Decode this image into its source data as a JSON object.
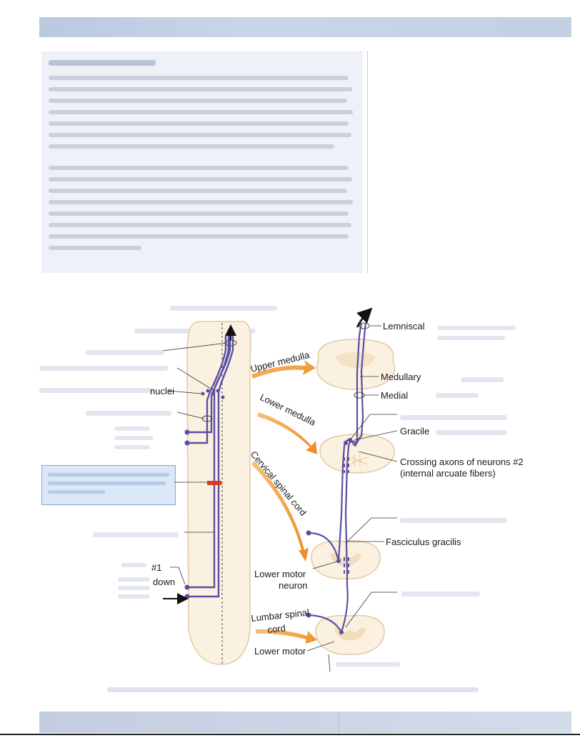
{
  "labels": {
    "lemniscal": "Lemniscal",
    "upper_medulla": "Upper medulla",
    "medullary": "Medullary",
    "medial": "Medial",
    "lower_medulla": "Lower medulla",
    "gracile": "Gracile",
    "crossing_line1": "Crossing axons of neurons #2",
    "crossing_line2": "(internal arcuate fibers)",
    "cervical_spinal_cord": "Cervical spinal cord",
    "fasciculus_gracilis": "Fasciculus gracilis",
    "lower_motor_neuron_1": "Lower motor",
    "lower_motor_neuron_2": "neuron",
    "lumbar_spinal_1": "Lumbar spinal",
    "lumbar_spinal_2": "cord",
    "lower_motor": "Lower motor",
    "nuclei": "nuclei",
    "neuron1": "#1",
    "down": "down"
  },
  "colors": {
    "tract": "#5a4fa3",
    "orange_arrow": "#f0952e",
    "lesion": "#d63a2a",
    "cord_fill": "#fbf1e1",
    "cord_stroke": "#e1c9a3"
  }
}
